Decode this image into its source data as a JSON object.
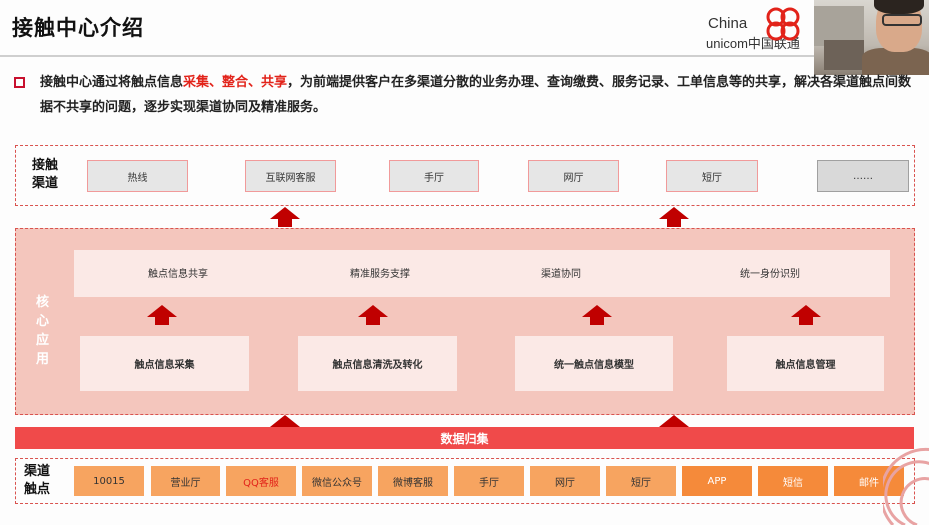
{
  "slide": {
    "title": "接触中心介绍",
    "logo": {
      "line1": "China",
      "line2": "unicom中国联通"
    },
    "intro": {
      "prefix": "接触中心通过将触点信息",
      "highlight": "采集、整合、共享",
      "suffix": "，为前端提供客户在多渠道分散的业务办理、查询缴费、服务记录、工单信息等的共享，解决各渠道触点间数据不共享的问题，逐步实现渠道协同及精准服务。"
    },
    "contact_channels": {
      "label": [
        "接触",
        "渠道"
      ],
      "items": [
        "热线",
        "互联网客服",
        "手厅",
        "网厅",
        "短厅",
        "……"
      ]
    },
    "core_app": {
      "label": [
        "核",
        "心",
        "应",
        "用"
      ],
      "top_items": [
        "触点信息共享",
        "精准服务支撑",
        "渠道协同",
        "统一身份识别"
      ],
      "bottom_items": [
        "触点信息采集",
        "触点信息清洗及转化",
        "统一触点信息模型",
        "触点信息管理"
      ]
    },
    "data_collection": "数据归集",
    "channel_touchpoints": {
      "label": [
        "渠道",
        "触点"
      ],
      "items": [
        "10015",
        "营业厅",
        "QQ客服",
        "微信公众号",
        "微博客服",
        "手厅",
        "网厅",
        "短厅",
        "APP",
        "短信",
        "邮件"
      ]
    },
    "colors": {
      "accent": "#e2231a",
      "arrow": "#c00000",
      "core_bg": "#f4c6bd",
      "data_bar": "#f04a4a",
      "touchpoint": "#f7a460"
    }
  }
}
